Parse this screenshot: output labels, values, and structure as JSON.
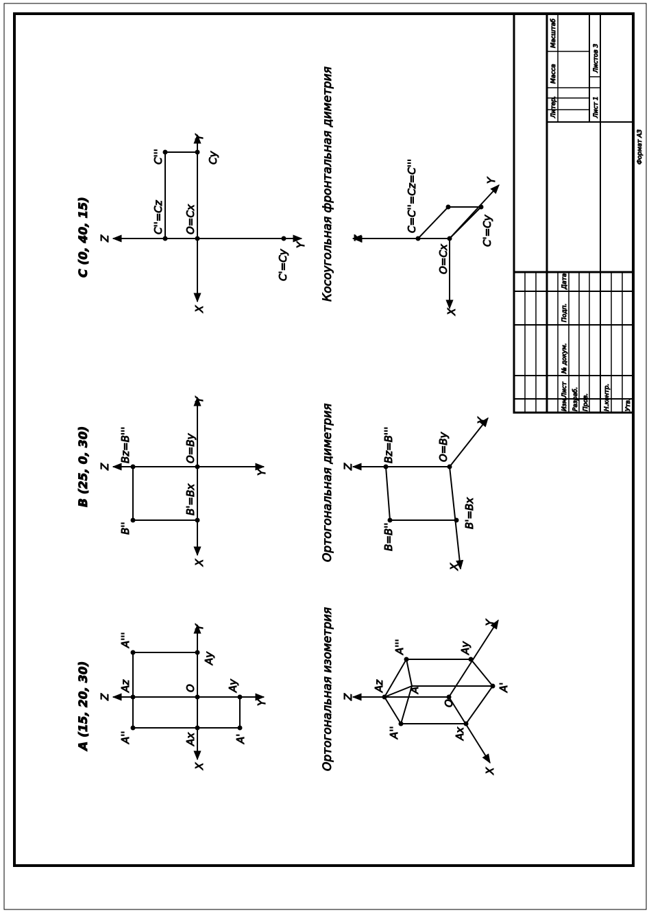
{
  "titles": {
    "a": "A (15, 20, 30)",
    "b": "B (25, 0, 30)",
    "c": "C (0, 40, 15)"
  },
  "captions": {
    "iso": "Ортогональная изометрия",
    "dim": "Ортогональная диметрия",
    "cab": "Косоугольная фронтальная диметрия"
  },
  "axes": {
    "x": "X",
    "y": "Y",
    "z": "Z"
  },
  "labels_a": {
    "a2": "A''",
    "a3": "A'''",
    "az": "Az",
    "o": "O",
    "ay": "Ay",
    "ax": "Ax",
    "ay2": "Ay",
    "a1": "A'"
  },
  "labels_b": {
    "b2": "B''",
    "bz": "Bz=B'''",
    "o": "O=By",
    "b1": "B'=Bx"
  },
  "labels_c": {
    "c2": "C''=Cz",
    "c3": "C'''",
    "o": "O=Cx",
    "cy": "Cy",
    "c1": "C'=Cy"
  },
  "labels_iso": {
    "a2": "A''",
    "az": "Az",
    "a3": "A'''",
    "a": "A",
    "o": "O",
    "ay": "Ay",
    "a1": "A'",
    "ax": "Ax"
  },
  "labels_dim": {
    "b2": "B=B''",
    "bz": "Bz=B'''",
    "o": "O=By",
    "b1": "B'=Bx"
  },
  "labels_cab": {
    "c": "C=C''=Cz=C'''",
    "o": "O=Cx",
    "c1": "C'=Cy"
  },
  "stamp": {
    "lit": "Литер.",
    "mass": "Масса",
    "scale": "Масштаб",
    "sheet": "Лист 1",
    "sheets": "Листов 3",
    "izm": "Изм.",
    "list": "Лист",
    "doc": "№ докум.",
    "sign": "Подп.",
    "date": "Дата",
    "dev": "Разраб.",
    "check": "Пров.",
    "ncontr": "Н.контр.",
    "appr": "Утв.",
    "format": "Формат А3"
  }
}
